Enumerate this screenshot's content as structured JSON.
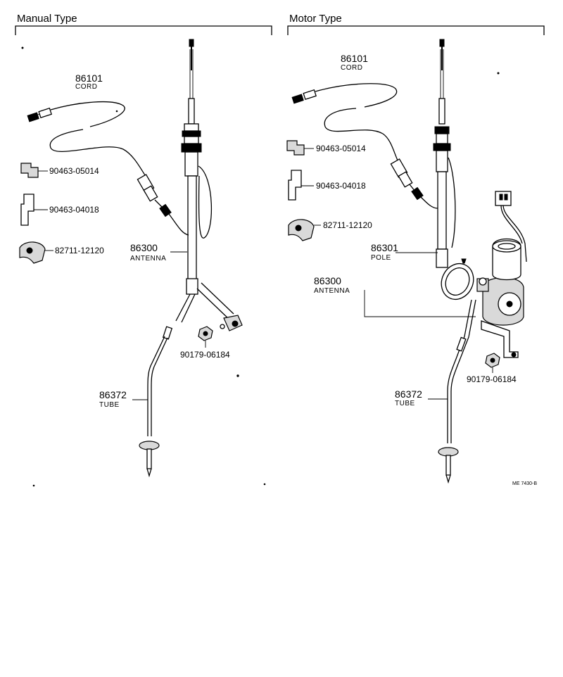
{
  "sections": {
    "manual": {
      "title": "Manual Type"
    },
    "motor": {
      "title": "Motor Type"
    }
  },
  "manual": {
    "cord": {
      "number": "86101",
      "name": "CORD"
    },
    "clip1": {
      "number": "90463-05014"
    },
    "clip2": {
      "number": "90463-04018"
    },
    "clamp": {
      "number": "82711-12120"
    },
    "antenna": {
      "number": "86300",
      "name": "ANTENNA"
    },
    "nut": {
      "number": "90179-06184"
    },
    "tube": {
      "number": "86372",
      "name": "TUBE"
    }
  },
  "motor": {
    "cord": {
      "number": "86101",
      "name": "CORD"
    },
    "clip1": {
      "number": "90463-05014"
    },
    "clip2": {
      "number": "90463-04018"
    },
    "clamp": {
      "number": "82711-12120"
    },
    "pole": {
      "number": "86301",
      "name": "POLE"
    },
    "antenna": {
      "number": "86300",
      "name": "ANTENNA"
    },
    "nut": {
      "number": "90179-06184"
    },
    "tube": {
      "number": "86372",
      "name": "TUBE"
    }
  },
  "figure_code": "ME 7430-B"
}
